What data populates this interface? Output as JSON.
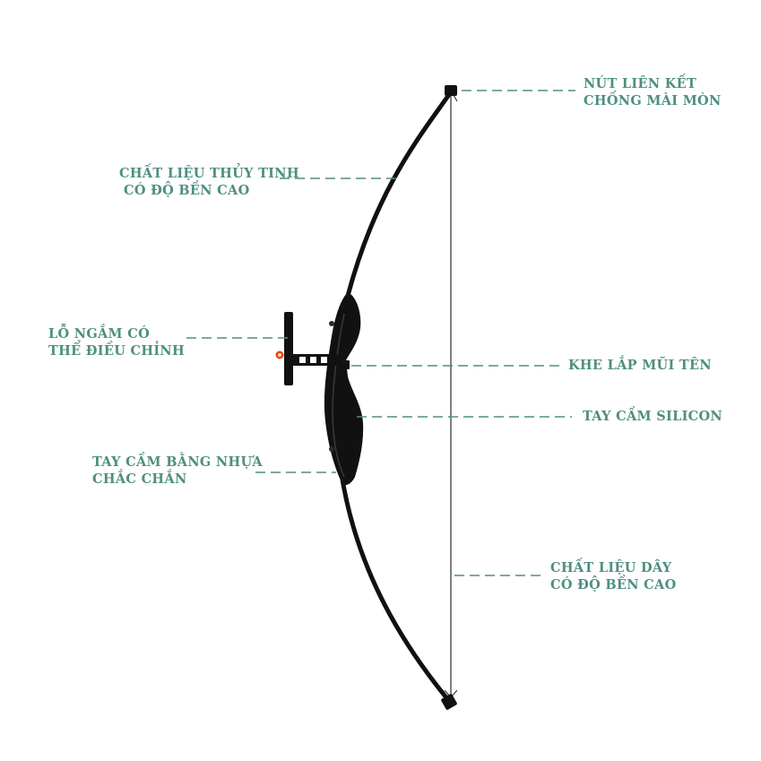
{
  "theme": {
    "label_color": "#4e8f81",
    "bow_color": "#111111",
    "string_color": "#3c3c3c",
    "arrow_rest_accent": "#e0481c"
  },
  "labels": {
    "top_nock": [
      "NÚT LIÊN KẾT",
      "CHỐNG MÀI MÒN"
    ],
    "limb_material": [
      "CHẤT LIỆU THỦY TINH",
      "CÓ ĐỘ BỀN CAO"
    ],
    "sight": [
      "LỖ NGẮM CÓ",
      "THỂ ĐIỀU CHỈNH"
    ],
    "arrow_rest": [
      "KHE LẮP MŨI TÊN"
    ],
    "silicone_grip": [
      "TAY CẦM SILICON"
    ],
    "plastic_riser": [
      "TAY CẦM BẰNG NHỰA",
      "CHẮC CHẮN"
    ],
    "string_material": [
      "CHẤT LIỆU DÂY",
      "CÓ ĐỘ BỀN CAO"
    ]
  }
}
